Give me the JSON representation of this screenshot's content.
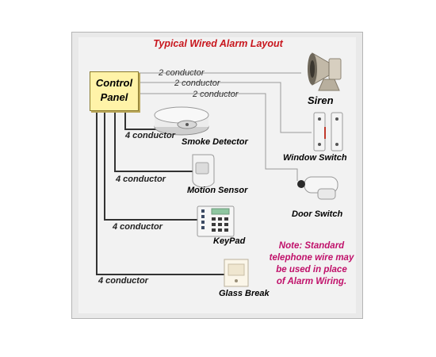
{
  "title": "Typical Wired Alarm Layout",
  "control_panel": {
    "line1": "Control",
    "line2": "Panel"
  },
  "wires": {
    "siren": "2 conductor",
    "window": "2 conductor",
    "door": "2 conductor",
    "smoke": "4 conductor",
    "motion": "4 conductor",
    "keypad": "4 conductor",
    "glass": "4 conductor"
  },
  "devices": {
    "siren": "Siren",
    "window": "Window Switch",
    "door": "Door Switch",
    "smoke": "Smoke Detector",
    "motion": "Motion Sensor",
    "keypad": "KeyPad",
    "glass": "Glass Break"
  },
  "note": {
    "line1": "Note:    Standard",
    "line2": "telephone wire may",
    "line3": "be used in place",
    "line4": "of Alarm Wiring."
  },
  "colors": {
    "title": "#c8161d",
    "note": "#c0106a",
    "panel_fill": "#fff3a8",
    "wire_2cond": "#9a9a9a",
    "wire_4cond": "#333333"
  }
}
